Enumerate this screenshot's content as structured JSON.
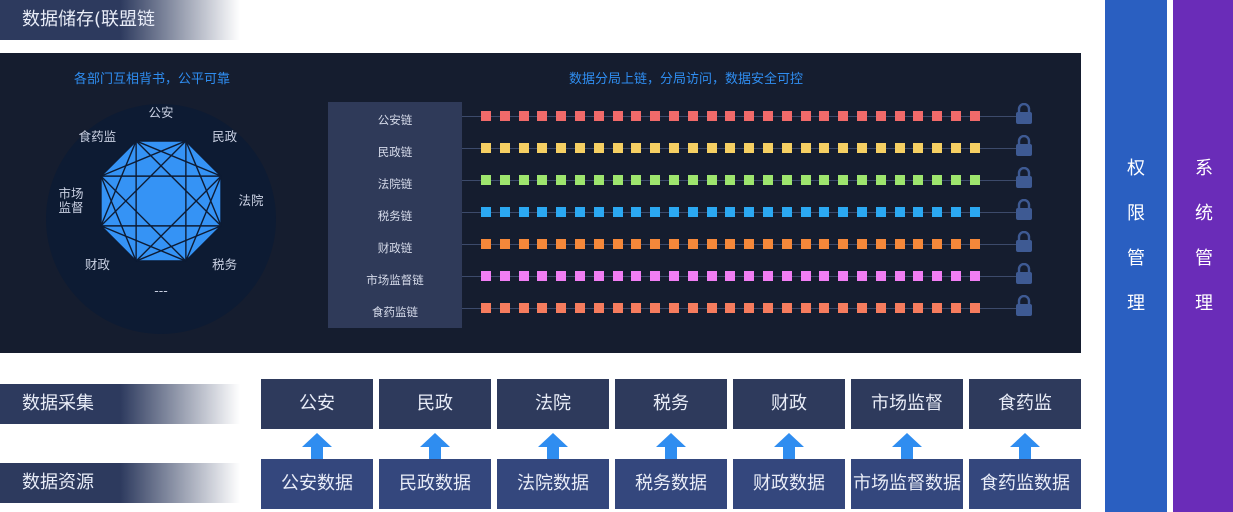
{
  "section_storage": "数据储存(联盟链",
  "section_collect": "数据采集",
  "section_resource": "数据资源",
  "panel": {
    "left_title": "各部门互相背书，公平可靠",
    "right_title": "数据分局上链，分局访问，数据安全可控",
    "polygon_labels": [
      {
        "text": "公安"
      },
      {
        "text": "民政"
      },
      {
        "text": "法院"
      },
      {
        "text": "税务"
      },
      {
        "text": "---"
      },
      {
        "text": "财政"
      },
      {
        "text": "市场\n监督"
      },
      {
        "text": "食药监"
      }
    ],
    "chains": [
      {
        "label": "公安链",
        "color": "#f06a6a"
      },
      {
        "label": "民政链",
        "color": "#f5cf63"
      },
      {
        "label": "法院链",
        "color": "#9ee56e"
      },
      {
        "label": "税务链",
        "color": "#2ba8f2"
      },
      {
        "label": "财政链",
        "color": "#f5883a"
      },
      {
        "label": "市场监督链",
        "color": "#f07ef3"
      },
      {
        "label": "食药监链",
        "color": "#f57c5e"
      }
    ]
  },
  "collect_items": [
    "公安",
    "民政",
    "法院",
    "税务",
    "财政",
    "市场监督",
    "食药监"
  ],
  "resource_items": [
    "公安数据",
    "民政数据",
    "法院数据",
    "税务数据",
    "财政数据",
    "市场监督数据",
    "食药监数据"
  ],
  "side_bars": [
    {
      "text": "权限管理",
      "color": "#2a5fc1"
    },
    {
      "text": "系统管理",
      "color": "#6a2cb8"
    }
  ],
  "icons": {
    "lock": "lock-icon",
    "arrow": "up-arrow-icon"
  }
}
